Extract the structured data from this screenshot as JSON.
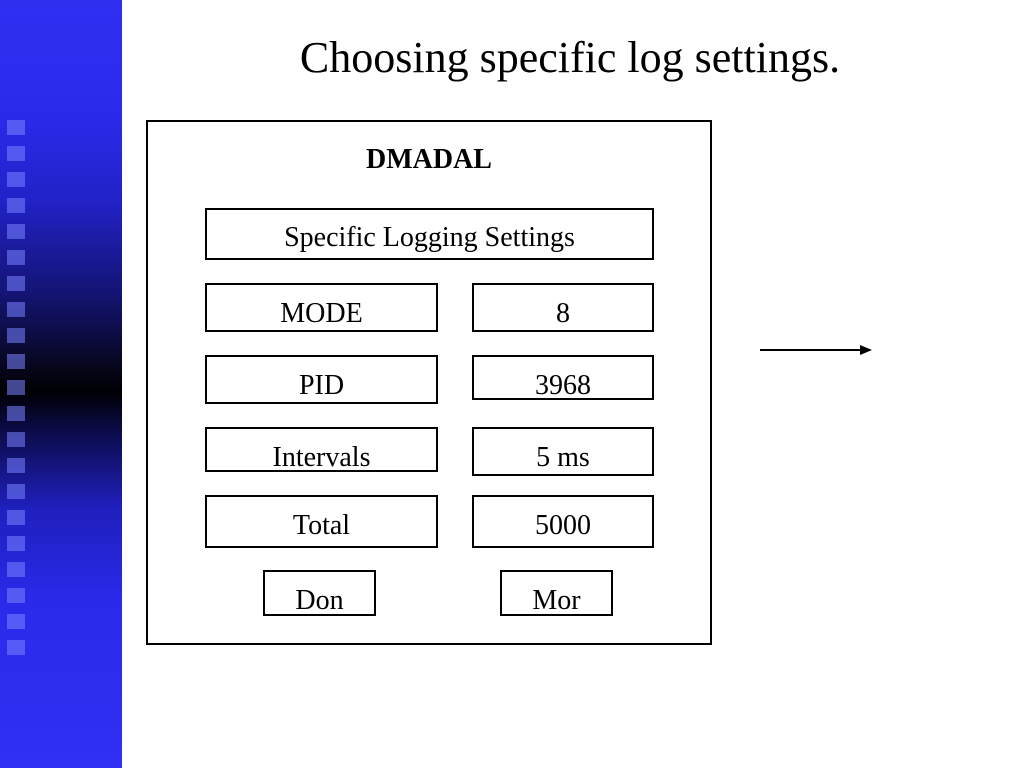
{
  "slide": {
    "title": "Choosing specific log settings."
  },
  "dialog": {
    "title": "DMADAL",
    "header_label": "Specific Logging Settings",
    "fields": [
      {
        "label": "MODE",
        "value": "8"
      },
      {
        "label": "PID",
        "value": "3968"
      },
      {
        "label": "Intervals",
        "value": "5 ms"
      },
      {
        "label": "Total",
        "value": "5000"
      }
    ],
    "buttons": {
      "done": "Don",
      "more": "Mor"
    }
  },
  "colors": {
    "side_band": "#2f2ff2",
    "border": "#000000"
  }
}
